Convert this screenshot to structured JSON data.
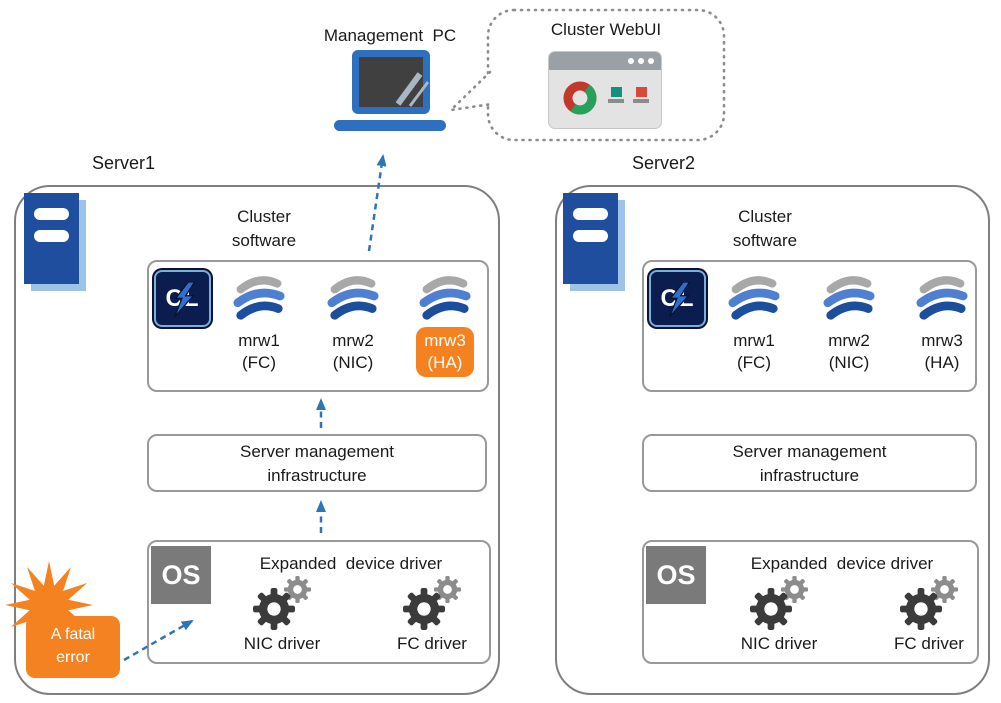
{
  "management_pc": {
    "label": "Management  PC"
  },
  "webui": {
    "label": "Cluster WebUI"
  },
  "server1": {
    "title": "Server1",
    "cluster_software_line1": "Cluster",
    "cluster_software_line2": "software",
    "cl_badge": "CL",
    "monitors": [
      {
        "name": "mrw1",
        "sub": "(FC)"
      },
      {
        "name": "mrw2",
        "sub": "(NIC)"
      },
      {
        "name": "mrw3",
        "sub": "(HA)",
        "highlighted": true
      }
    ],
    "smi_line1": "Server management",
    "smi_line2": "infrastructure",
    "os_badge": "OS",
    "edd_title": "Expanded  device driver",
    "nic_driver": "NIC driver",
    "fc_driver": "FC driver",
    "fatal_line1": "A fatal",
    "fatal_line2": "error"
  },
  "server2": {
    "title": "Server2",
    "cluster_software_line1": "Cluster",
    "cluster_software_line2": "software",
    "cl_badge": "CL",
    "monitors": [
      {
        "name": "mrw1",
        "sub": "(FC)"
      },
      {
        "name": "mrw2",
        "sub": "(NIC)"
      },
      {
        "name": "mrw3",
        "sub": "(HA)",
        "highlighted": false
      }
    ],
    "smi_line1": "Server management",
    "smi_line2": "infrastructure",
    "os_badge": "OS",
    "edd_title": "Expanded  device driver",
    "nic_driver": "NIC driver",
    "fc_driver": "FC driver"
  },
  "colors": {
    "highlight_orange": "#f58220",
    "arrow_blue": "#2e75b6",
    "server_icon_blue": "#1f4e9f",
    "cl_navy": "#0b1c4e",
    "box_border_gray": "#999999",
    "outer_border_gray": "#7f7f7f"
  }
}
